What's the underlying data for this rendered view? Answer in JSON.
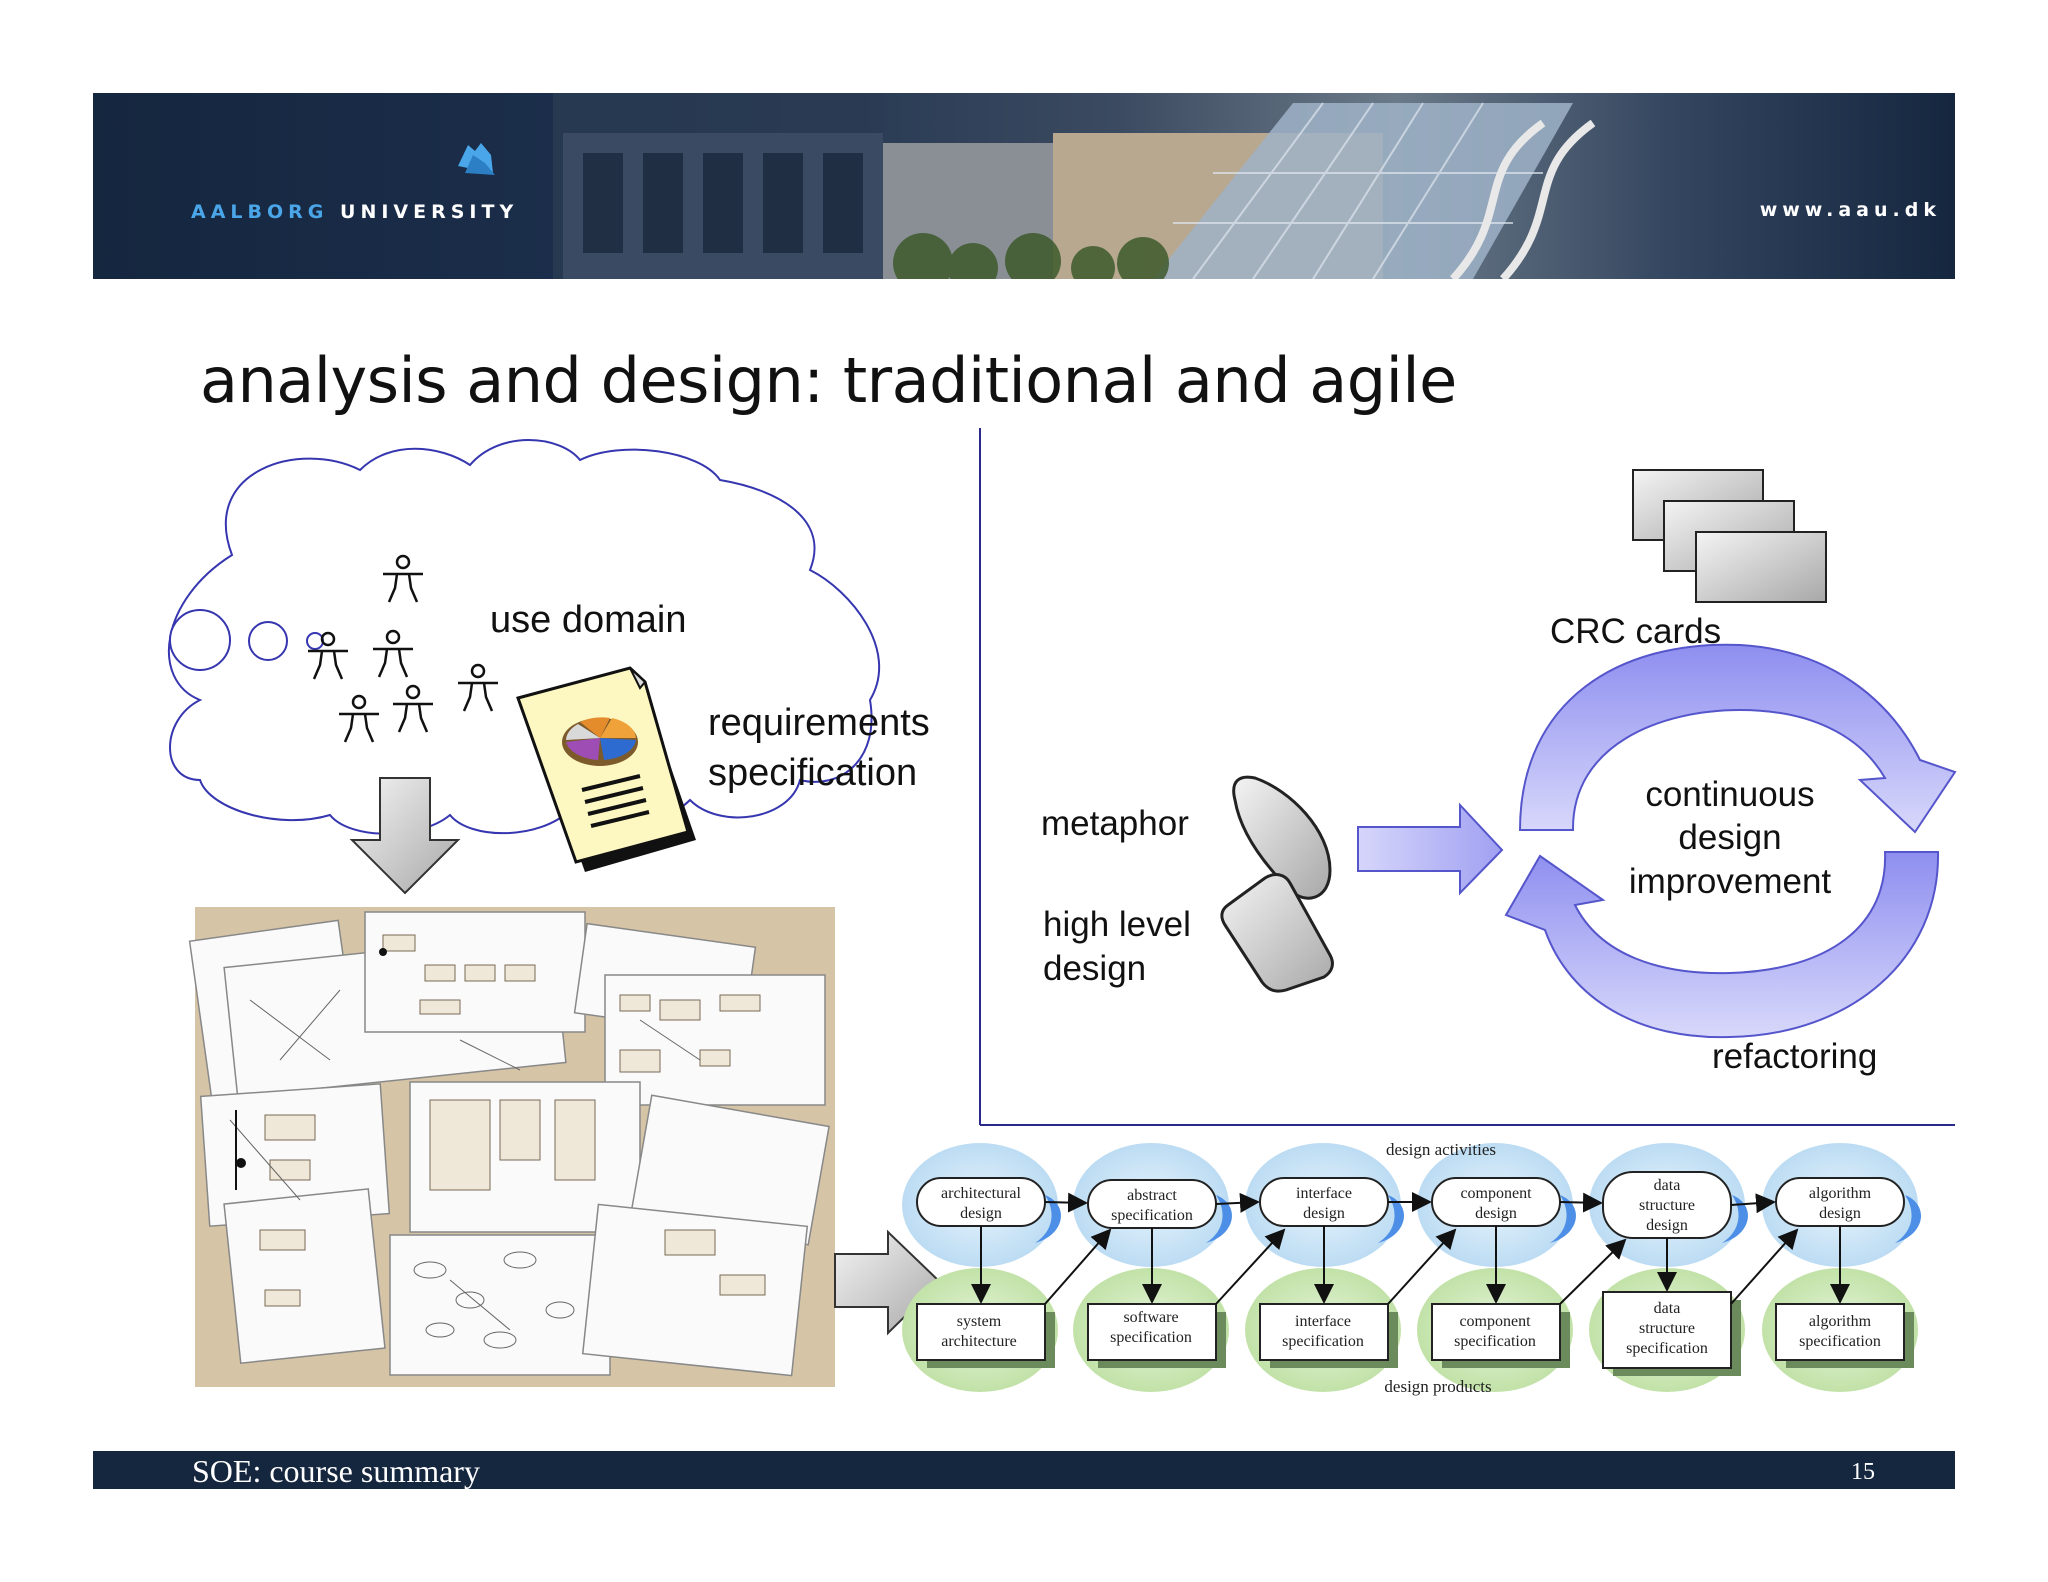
{
  "header": {
    "logo_part1": "AALBORG",
    "logo_part2": "UNIVERSITY",
    "url": "www.aau.dk"
  },
  "slide": {
    "title": "analysis and design: traditional and agile"
  },
  "left_panel": {
    "use_domain": "use domain",
    "requirements_line1": "requirements",
    "requirements_line2": "specification"
  },
  "agile_panel": {
    "crc_cards": "CRC cards",
    "metaphor": "metaphor",
    "high_level_line1": "high level",
    "high_level_line2": "design",
    "cycle_line1": "continuous",
    "cycle_line2": "design",
    "cycle_line3": "improvement",
    "refactoring": "refactoring"
  },
  "design_process": {
    "activities_label": "design activities",
    "products_label": "design products",
    "activities": [
      [
        "architectural",
        "design"
      ],
      [
        "abstract",
        "specification"
      ],
      [
        "interface",
        "design"
      ],
      [
        "component",
        "design"
      ],
      [
        "data",
        "structure",
        "design"
      ],
      [
        "algorithm",
        "design"
      ]
    ],
    "products": [
      [
        "system",
        "architecture"
      ],
      [
        "software",
        "specification"
      ],
      [
        "interface",
        "specification"
      ],
      [
        "component",
        "specification"
      ],
      [
        "data",
        "structure",
        "specification"
      ],
      [
        "algorithm",
        "specification"
      ]
    ]
  },
  "footer": {
    "course": "SOE: course summary",
    "page": "15"
  },
  "colors": {
    "banner_dark": "#15263f",
    "logo_accent": "#4aa6e8",
    "cycle_arrow": "#9b9bf2",
    "activity_bubble": "#cfe6f7",
    "product_bubble": "#d4ecc0",
    "divider": "#2a2a8a"
  }
}
